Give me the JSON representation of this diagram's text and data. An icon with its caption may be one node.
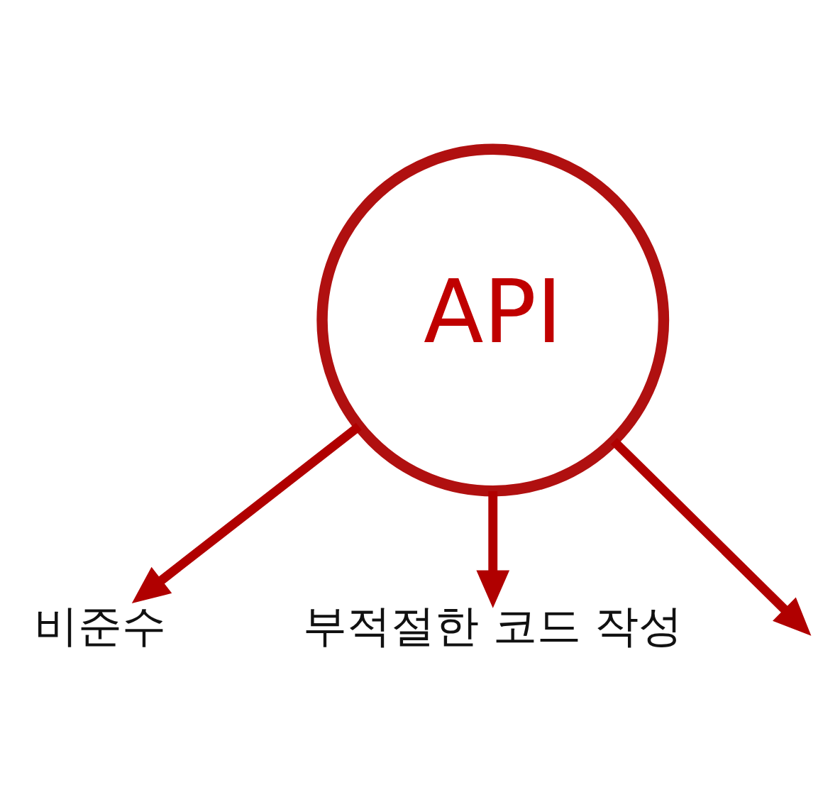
{
  "diagram": {
    "nodes": [
      {
        "text": [
          "API"
        ]
      },
      {
        "text": [
          "비준수"
        ]
      },
      {
        "text": [
          "부적절한 코드 작성"
        ]
      }
    ],
    "edges": [
      {
        "from": 0,
        "to": null,
        "arrow": "to"
      },
      {
        "from": 0,
        "to": 1,
        "arrow": "to"
      },
      {
        "from": 0,
        "to": 2,
        "arrow": "to"
      }
    ]
  }
}
